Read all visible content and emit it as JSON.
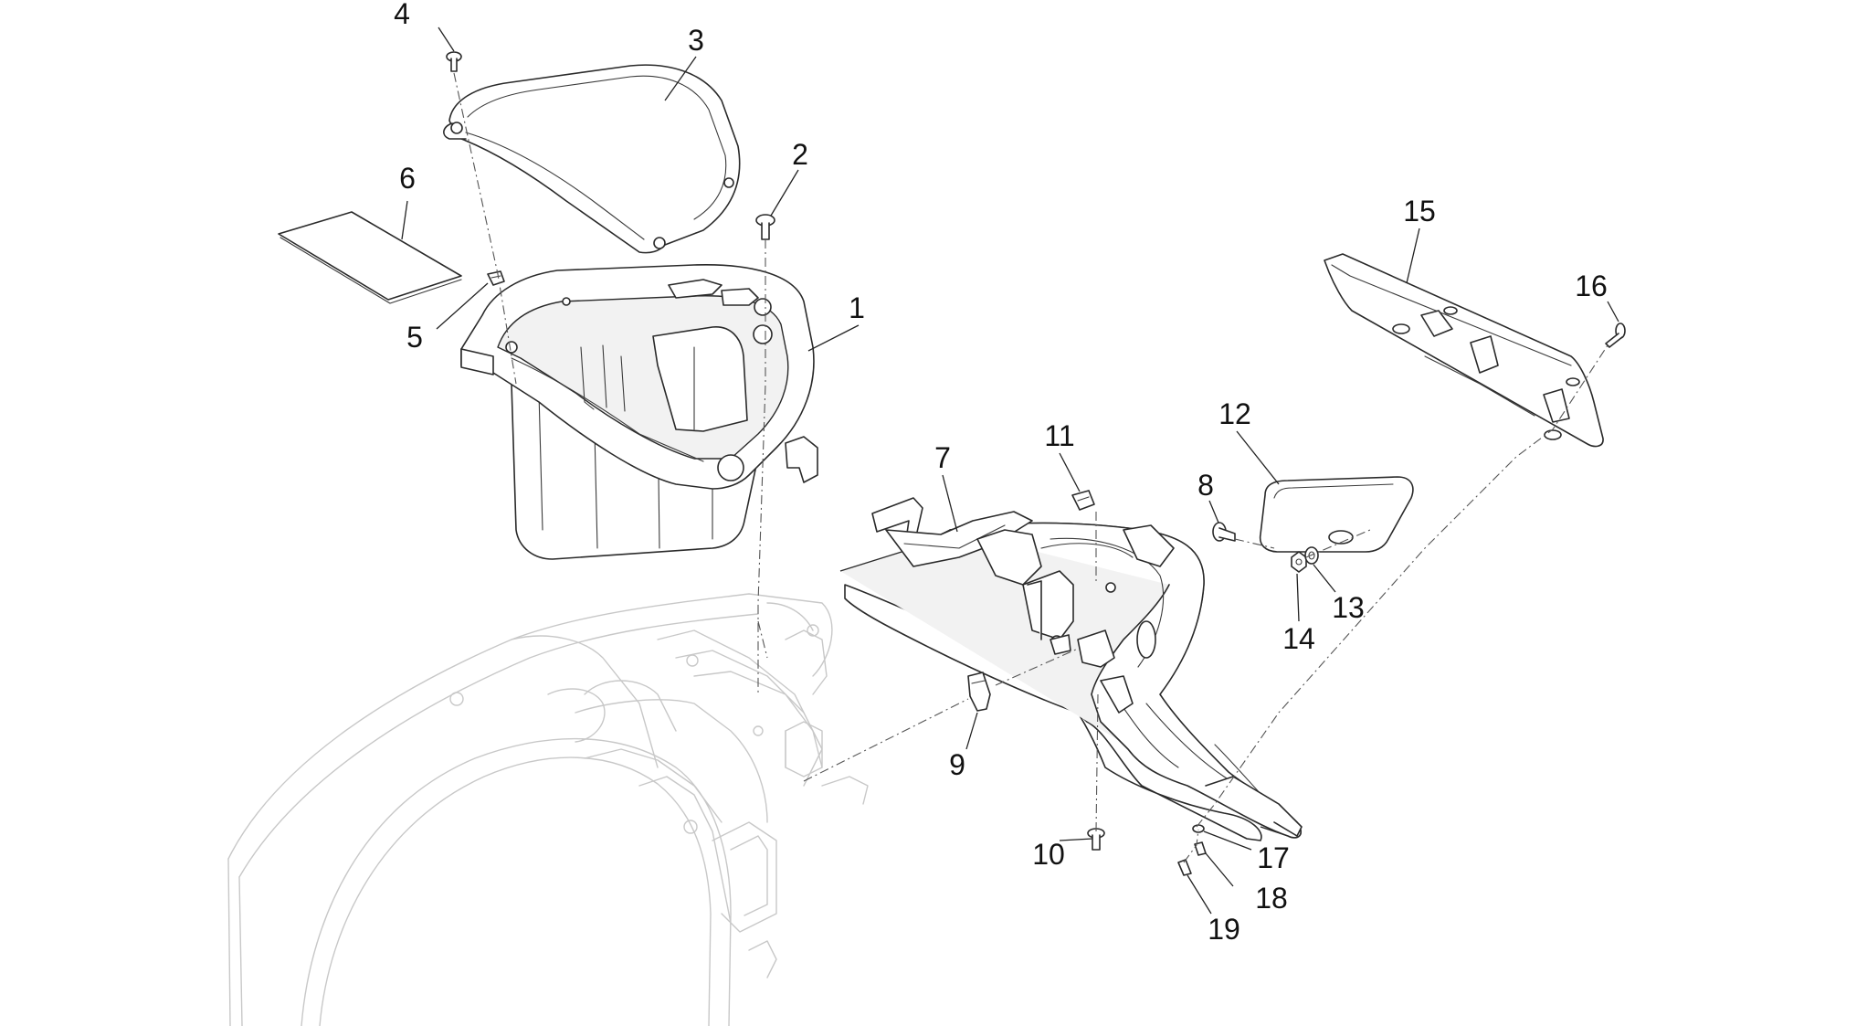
{
  "callouts": [
    {
      "id": "1",
      "label": "1"
    },
    {
      "id": "2",
      "label": "2"
    },
    {
      "id": "3",
      "label": "3"
    },
    {
      "id": "4",
      "label": "4"
    },
    {
      "id": "5",
      "label": "5"
    },
    {
      "id": "6",
      "label": "6"
    },
    {
      "id": "7",
      "label": "7"
    },
    {
      "id": "8",
      "label": "8"
    },
    {
      "id": "9",
      "label": "9"
    },
    {
      "id": "10",
      "label": "10"
    },
    {
      "id": "11",
      "label": "11"
    },
    {
      "id": "12",
      "label": "12"
    },
    {
      "id": "13",
      "label": "13"
    },
    {
      "id": "14",
      "label": "14"
    },
    {
      "id": "15",
      "label": "15"
    },
    {
      "id": "16",
      "label": "16"
    },
    {
      "id": "17",
      "label": "17"
    },
    {
      "id": "18",
      "label": "18"
    },
    {
      "id": "19",
      "label": "19"
    }
  ],
  "colors": {
    "line": "#2a2a2a",
    "frame": "#c8c8c8",
    "background": "#ffffff"
  }
}
